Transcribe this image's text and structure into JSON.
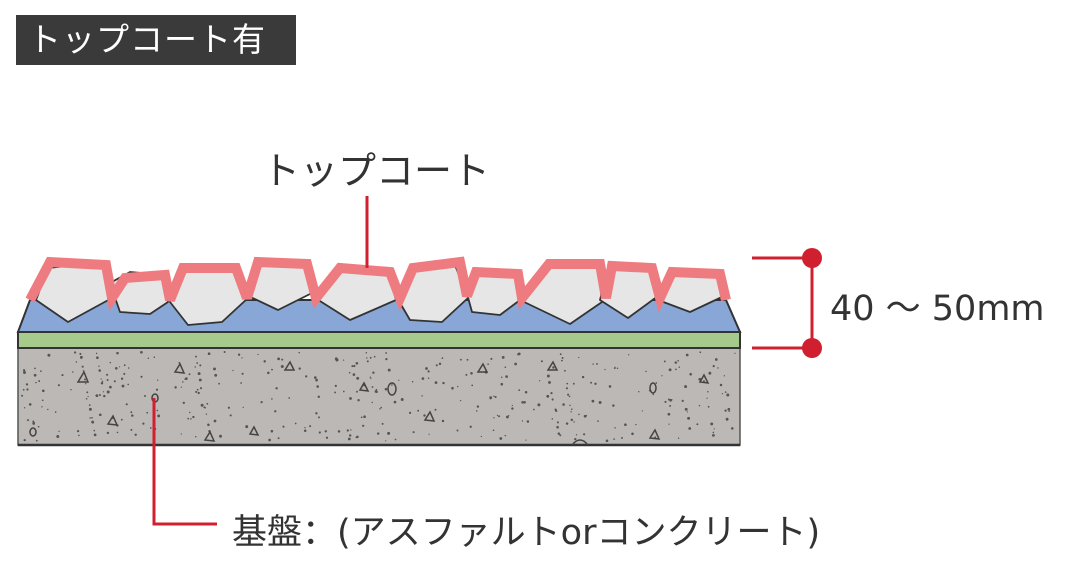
{
  "header": {
    "title": "トップコート有り"
  },
  "labels": {
    "topcoat": "トップコート",
    "thickness": "40 ～ 50mm",
    "base": "基盤：(アスファルトorコンクリート)"
  },
  "colors": {
    "topcoat_outline": "#ee7b7f",
    "aggregate_fill": "#e6e6e6",
    "resin_layer": "#88a7d7",
    "primer_layer": "#a6c98c",
    "base_layer": "#bcb8b6",
    "leader_line": "#d0202f",
    "header_bg": "#3a3a3a"
  },
  "icons": [
    "dimension-dot-icon",
    "aggregate-stone-icon"
  ]
}
